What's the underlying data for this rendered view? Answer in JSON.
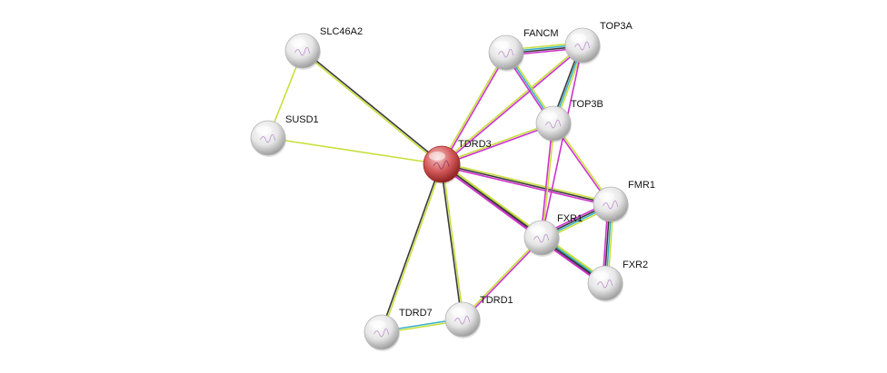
{
  "network": {
    "nodes": [
      {
        "id": "TDRD3",
        "label": "TDRD3",
        "query": true
      },
      {
        "id": "SLC46A2",
        "label": "SLC46A2"
      },
      {
        "id": "SUSD1",
        "label": "SUSD1"
      },
      {
        "id": "FANCM",
        "label": "FANCM"
      },
      {
        "id": "TOP3A",
        "label": "TOP3A"
      },
      {
        "id": "TOP3B",
        "label": "TOP3B"
      },
      {
        "id": "FMR1",
        "label": "FMR1"
      },
      {
        "id": "FXR1",
        "label": "FXR1"
      },
      {
        "id": "FXR2",
        "label": "FXR2"
      },
      {
        "id": "TDRD1",
        "label": "TDRD1"
      },
      {
        "id": "TDRD7",
        "label": "TDRD7"
      }
    ],
    "edges": [
      {
        "a": "TDRD3",
        "b": "SLC46A2",
        "colors": [
          "#c8df3c",
          "#3a3a3a"
        ]
      },
      {
        "a": "TDRD3",
        "b": "SUSD1",
        "colors": [
          "#c8df3c"
        ]
      },
      {
        "a": "SLC46A2",
        "b": "SUSD1",
        "colors": [
          "#c8df3c"
        ]
      },
      {
        "a": "TDRD3",
        "b": "FANCM",
        "colors": [
          "#c8df3c",
          "#cc33cc"
        ]
      },
      {
        "a": "TDRD3",
        "b": "TOP3A",
        "colors": [
          "#c8df3c",
          "#cc33cc"
        ]
      },
      {
        "a": "TDRD3",
        "b": "TOP3B",
        "colors": [
          "#c8df3c",
          "#cc33cc"
        ]
      },
      {
        "a": "TDRD3",
        "b": "FMR1",
        "colors": [
          "#c8df3c",
          "#3a3a3a",
          "#cc33cc"
        ]
      },
      {
        "a": "TDRD3",
        "b": "FXR1",
        "colors": [
          "#c8df3c",
          "#3a3a3a",
          "#cc33cc"
        ]
      },
      {
        "a": "TDRD3",
        "b": "FXR2",
        "colors": [
          "#c8df3c",
          "#3a3a3a",
          "#cc33cc"
        ]
      },
      {
        "a": "TDRD3",
        "b": "TDRD1",
        "colors": [
          "#c8df3c",
          "#3a3a3a"
        ]
      },
      {
        "a": "TDRD3",
        "b": "TDRD7",
        "colors": [
          "#c8df3c",
          "#3a3a3a"
        ]
      },
      {
        "a": "FANCM",
        "b": "TOP3A",
        "colors": [
          "#c8df3c",
          "#3ab0c8",
          "#3a3a3a",
          "#cc33cc"
        ]
      },
      {
        "a": "FANCM",
        "b": "TOP3B",
        "colors": [
          "#c8df3c",
          "#3ab0c8",
          "#cc33cc"
        ]
      },
      {
        "a": "TOP3A",
        "b": "TOP3B",
        "colors": [
          "#c8df3c",
          "#3ab0c8",
          "#3a3a3a"
        ]
      },
      {
        "a": "TOP3B",
        "b": "FMR1",
        "colors": [
          "#c8df3c",
          "#cc33cc"
        ]
      },
      {
        "a": "TOP3B",
        "b": "FXR1",
        "colors": [
          "#c8df3c",
          "#cc33cc"
        ]
      },
      {
        "a": "TOP3A",
        "b": "FXR1",
        "colors": [
          "#cc33cc"
        ]
      },
      {
        "a": "FMR1",
        "b": "FXR1",
        "colors": [
          "#c8df3c",
          "#3ab0c8",
          "#3a3a3a",
          "#cc33cc"
        ]
      },
      {
        "a": "FMR1",
        "b": "FXR2",
        "colors": [
          "#c8df3c",
          "#3ab0c8",
          "#3a3a3a",
          "#cc33cc"
        ]
      },
      {
        "a": "FXR1",
        "b": "FXR2",
        "colors": [
          "#c8df3c",
          "#3ab0c8",
          "#3a3a3a",
          "#cc33cc"
        ]
      },
      {
        "a": "FXR1",
        "b": "TDRD1",
        "colors": [
          "#cc33cc",
          "#c8df3c"
        ]
      },
      {
        "a": "TDRD1",
        "b": "TDRD7",
        "colors": [
          "#c8df3c",
          "#3ab0c8"
        ]
      }
    ],
    "colors": {
      "query_node": "#d04040",
      "node": "#e4e4e4",
      "textmining": "#c8df3c",
      "coexpression": "#3a3a3a",
      "experiments": "#cc33cc",
      "databases": "#3ab0c8"
    }
  }
}
